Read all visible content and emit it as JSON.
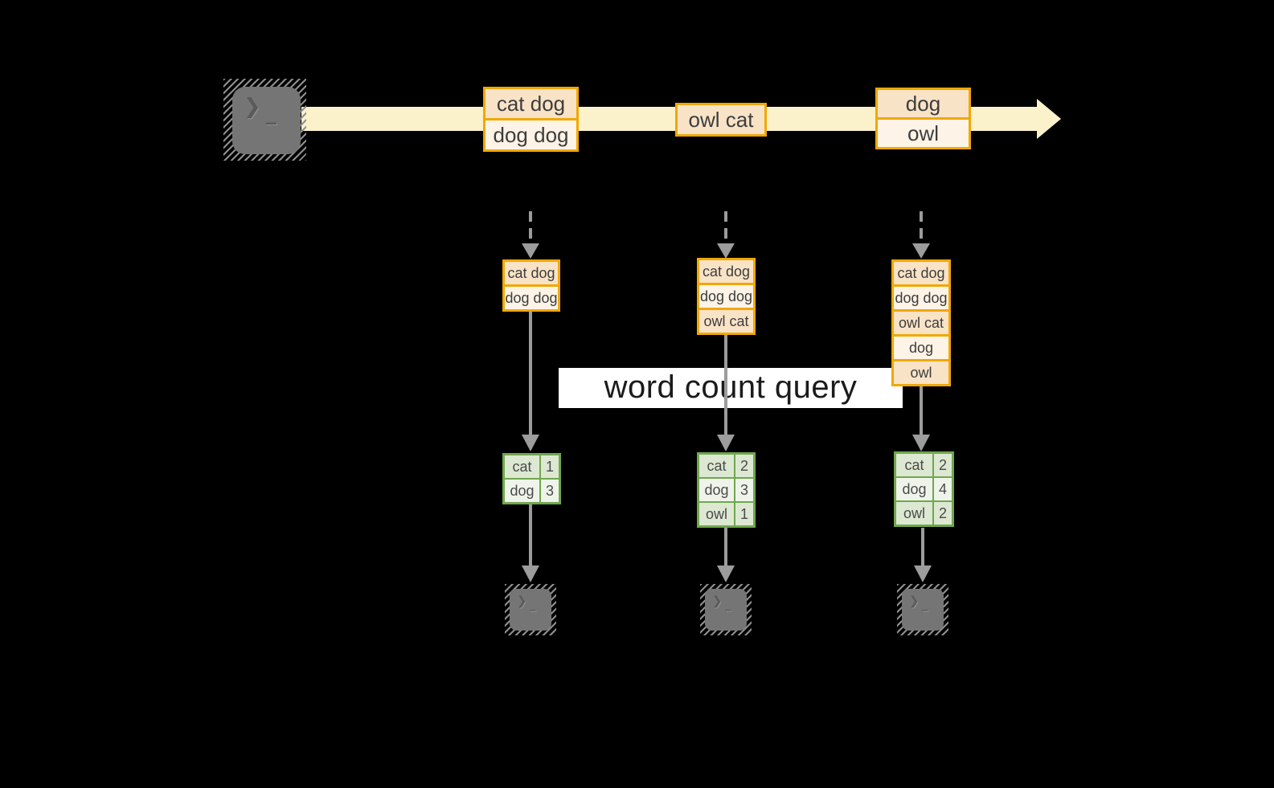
{
  "colors": {
    "background": "#000000",
    "stream": "#fbf1cb",
    "orange_border": "#f0a802",
    "peach_fill": "#f9e3c7",
    "cream_fill": "#fdf3e6",
    "green_border": "#70a74e",
    "green_cell_dark": "#dde8d3",
    "green_cell_light": "#eff4eb",
    "arrow_gray": "#9c9c9c",
    "terminal_gray": "#757575",
    "query_band": "#ffffff"
  },
  "terminal": {
    "prompt": "❯",
    "cursor": "_"
  },
  "stream": {
    "events": [
      {
        "lines": [
          "cat dog",
          "dog dog"
        ]
      },
      {
        "lines": [
          "owl cat"
        ]
      },
      {
        "lines": [
          "dog",
          "owl"
        ]
      }
    ]
  },
  "query": {
    "label": "word count query"
  },
  "columns": [
    {
      "buffer": [
        "cat dog",
        "dog dog"
      ],
      "counts": [
        {
          "word": "cat",
          "count": "1"
        },
        {
          "word": "dog",
          "count": "3"
        }
      ]
    },
    {
      "buffer": [
        "cat dog",
        "dog dog",
        "owl cat"
      ],
      "counts": [
        {
          "word": "cat",
          "count": "2"
        },
        {
          "word": "dog",
          "count": "3"
        },
        {
          "word": "owl",
          "count": "1"
        }
      ]
    },
    {
      "buffer": [
        "cat dog",
        "dog dog",
        "owl cat",
        "dog",
        "owl"
      ],
      "counts": [
        {
          "word": "cat",
          "count": "2"
        },
        {
          "word": "dog",
          "count": "4"
        },
        {
          "word": "owl",
          "count": "2"
        }
      ]
    }
  ]
}
